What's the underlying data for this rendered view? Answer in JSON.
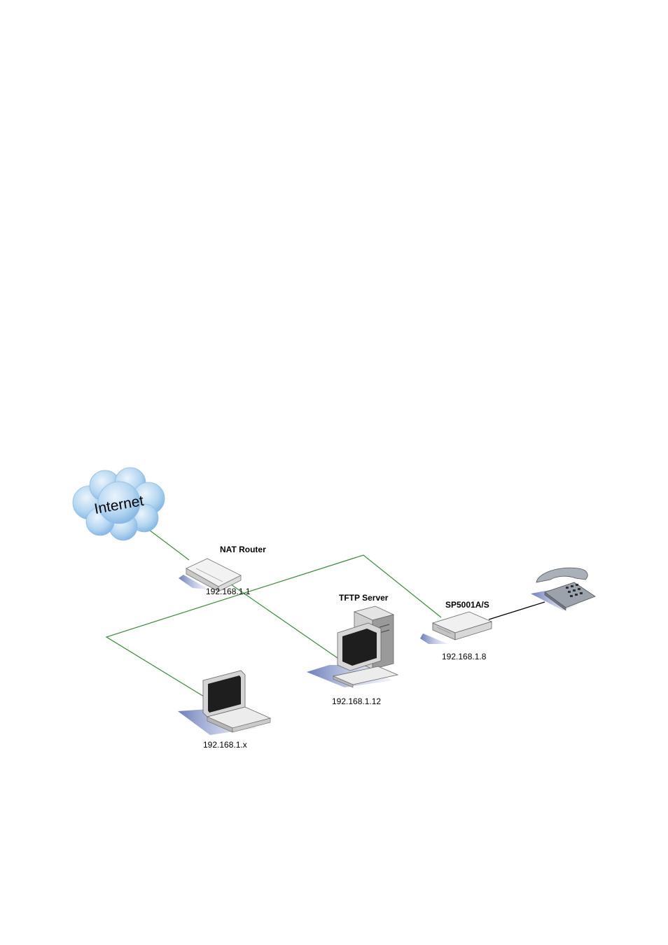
{
  "nodes": {
    "internet": {
      "label": "Internet"
    },
    "nat_router": {
      "name": "NAT Router",
      "ip": "192.168.1.1"
    },
    "tftp_server": {
      "name": "TFTP Server",
      "ip": "192.168.1.12"
    },
    "adapter": {
      "name": "SP5001A/S",
      "ip": "192.168.1.8"
    },
    "laptop": {
      "ip": "192.168.1.x"
    },
    "phone": {}
  },
  "colors": {
    "lan_link": "#3a8a3a",
    "phone_link": "#000000",
    "cloud": "#a9cfee",
    "device_shadow": "#5b6fb0"
  },
  "icons": [
    "cloud-icon",
    "router-icon",
    "tower-pc-icon",
    "laptop-icon",
    "voip-adapter-icon",
    "telephone-icon"
  ]
}
